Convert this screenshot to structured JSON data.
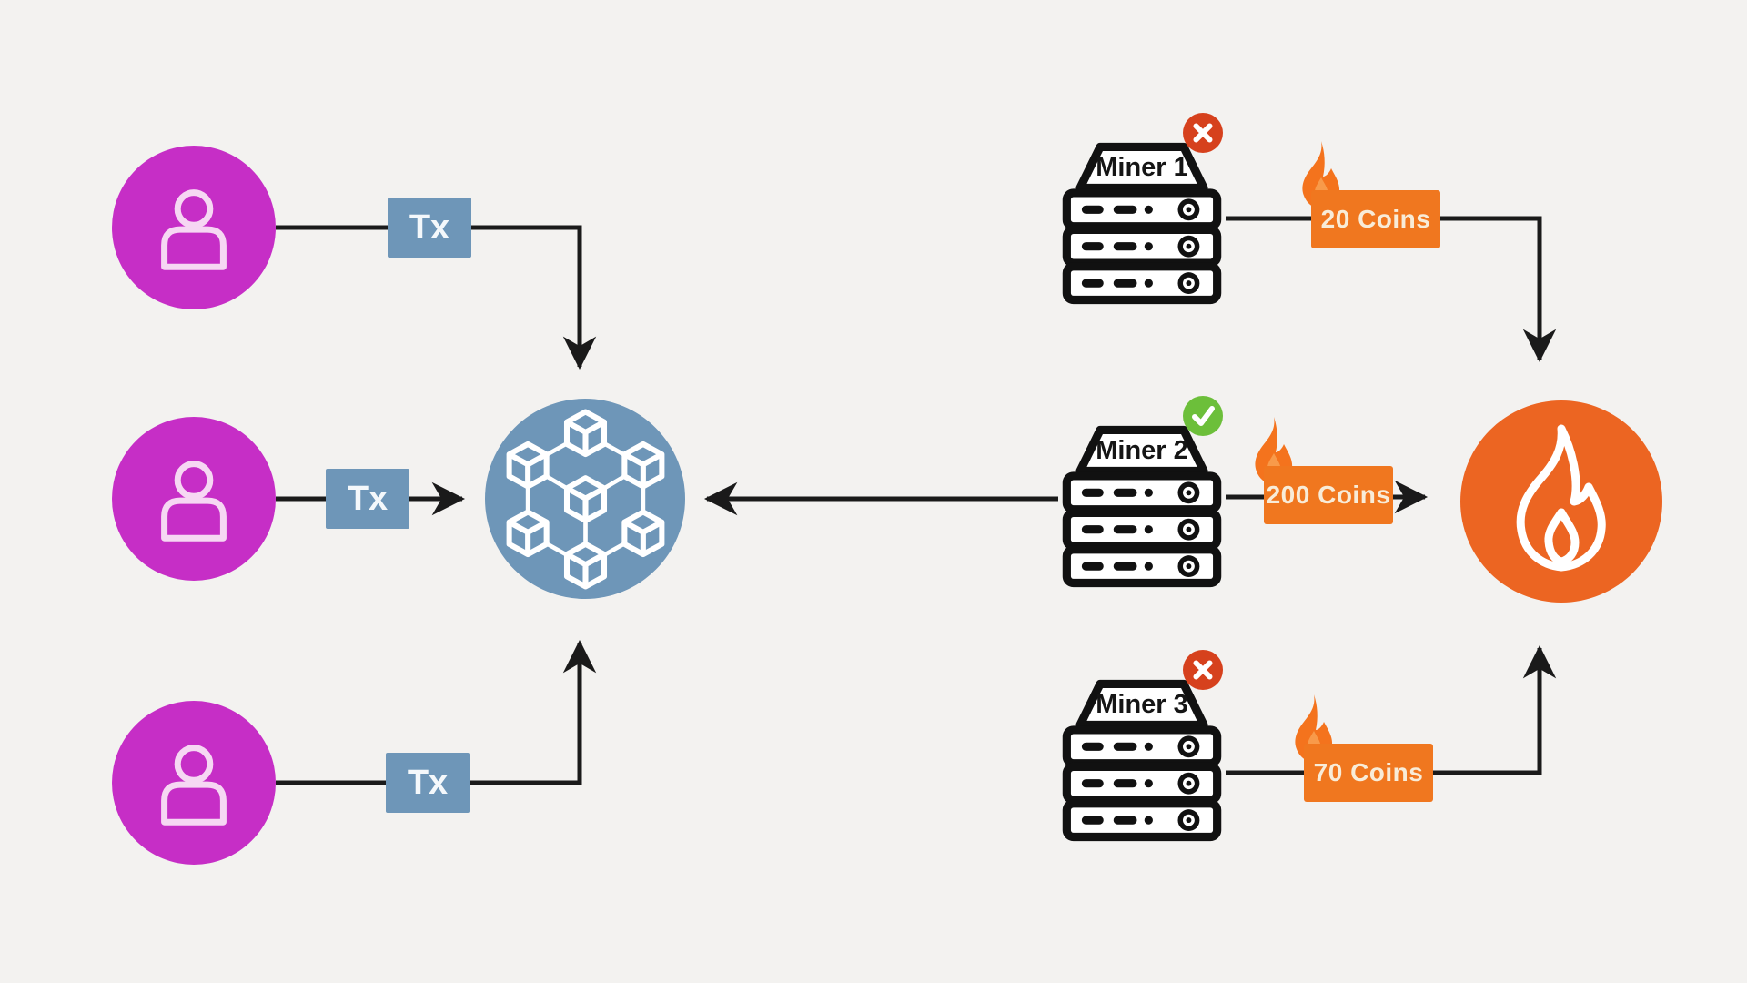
{
  "canvas": {
    "background": "#f3f2f0"
  },
  "colors": {
    "user_fill": "#c62ec6",
    "user_icon_stroke": "#f6d7f3",
    "node_blue": "#6e96b8",
    "tx_text": "#f4f8fb",
    "burn_orange": "#ec6522",
    "coin_box_orange": "#f0771f",
    "coin_text": "#f8ecd8",
    "flame_orange": "#f4731d",
    "flame_highlight": "#f89a4a",
    "rejected_badge_red": "#d6411d",
    "accepted_badge_green": "#6cbf3a",
    "connector_black": "#1a1a1a",
    "server_ink": "#111111"
  },
  "labels": {
    "tx": "Tx"
  },
  "miners": [
    {
      "name": "Miner 1",
      "status": "rejected",
      "reward": "20 Coins"
    },
    {
      "name": "Miner 2",
      "status": "accepted",
      "reward": "200 Coins"
    },
    {
      "name": "Miner 3",
      "status": "rejected",
      "reward": "70 Coins"
    }
  ],
  "icons": {
    "user": "person-icon",
    "pool": "blockchain-network-icon",
    "miner": "server-rack-icon",
    "rejected": "x-badge-icon",
    "accepted": "check-badge-icon",
    "reward": "flame-icon",
    "burn": "fire-icon"
  }
}
